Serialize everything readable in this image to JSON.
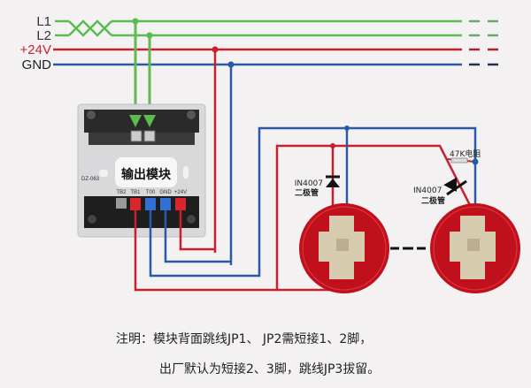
{
  "diagram": {
    "bus_labels": {
      "l1": "L1",
      "l2": "L2",
      "v24": "+24V",
      "gnd": "GND"
    },
    "colors": {
      "l_wire": "#5dbb4f",
      "v24_wire": "#c8202e",
      "gnd_wire": "#2a5aa6",
      "detector_red": "#c0101c",
      "background": "#f4f1f3"
    },
    "module": {
      "title": "输出模块",
      "model": "DZ-063",
      "terminals": [
        "TB2",
        "TB1",
        "T00",
        "GND",
        "+24V"
      ]
    },
    "components": {
      "diode1_label": "IN4007",
      "diode1_sub": "二极管",
      "diode2_label": "IN4007",
      "diode2_sub": "二极管",
      "resistor_label": "47K电阻"
    },
    "note": {
      "line1": "注明：模块背面跳线JP1、 JP2需短接1、2脚，",
      "line2": "出厂默认为短接2、3脚，跳线JP3拔留。"
    }
  }
}
